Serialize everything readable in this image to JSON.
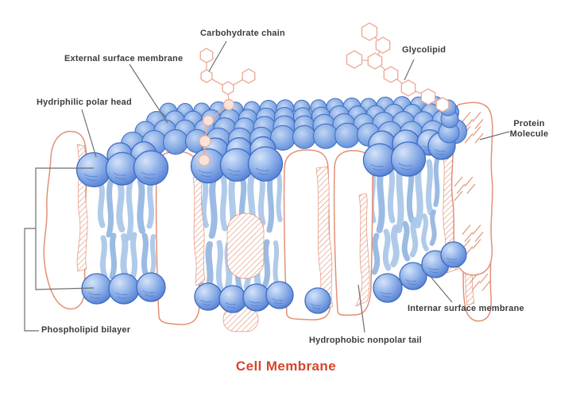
{
  "title": "Cell Membrane",
  "labels": {
    "carbohydrate_chain": "Carbohydrate chain",
    "external_surface_membrane": "External surface membrane",
    "hydrophilic_polar_head": "Hydriphilic polar head",
    "glycolipid": "Glycolipid",
    "protein_molecule": "Protein Molecule",
    "internal_surface_membrane": "Internar surface membrane",
    "phospholipid_bilayer": "Phospholipid bilayer",
    "hydrophobic_nonpolar_tail": "Hydrophobic nonpolar tail"
  },
  "colors": {
    "title": "#d9442c",
    "label_text": "#3c3c3c",
    "leader_line": "#6e6e6e",
    "head_fill": "#7da4e2",
    "head_stroke": "#3e6bc2",
    "tail": "#a9c6e8",
    "tail_dark": "#92b5e0",
    "protein_outline": "#e29077",
    "hatch": "#df8f70",
    "carbohydrate_outline": "#eba democracy",
    "carbohydrate_stroke": "#edac97",
    "carbohydrate_fill": "#fae3d8"
  }
}
